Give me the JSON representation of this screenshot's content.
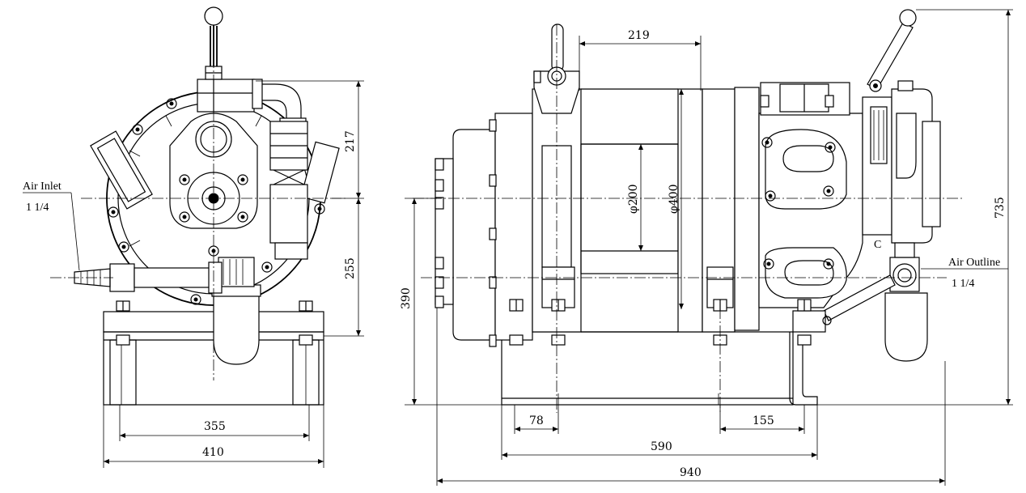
{
  "labels": {
    "air_inlet_title": "Air Inlet",
    "air_inlet_size": "1 1/4",
    "air_outline_title": "Air Outline",
    "air_outline_size": "1 1/4",
    "c_marker": "C"
  },
  "dimensions": {
    "front_width_inner": "355",
    "front_width_outer": "410",
    "front_height_upper": "217",
    "front_height_lower": "255",
    "side_drum_length": "219",
    "side_drum_dia": "φ200",
    "side_flange_dia": "φ400",
    "side_height_base": "390",
    "side_height_total": "735",
    "side_foot_left": "78",
    "side_foot_right": "155",
    "side_base_length": "590",
    "side_total_length": "940"
  }
}
